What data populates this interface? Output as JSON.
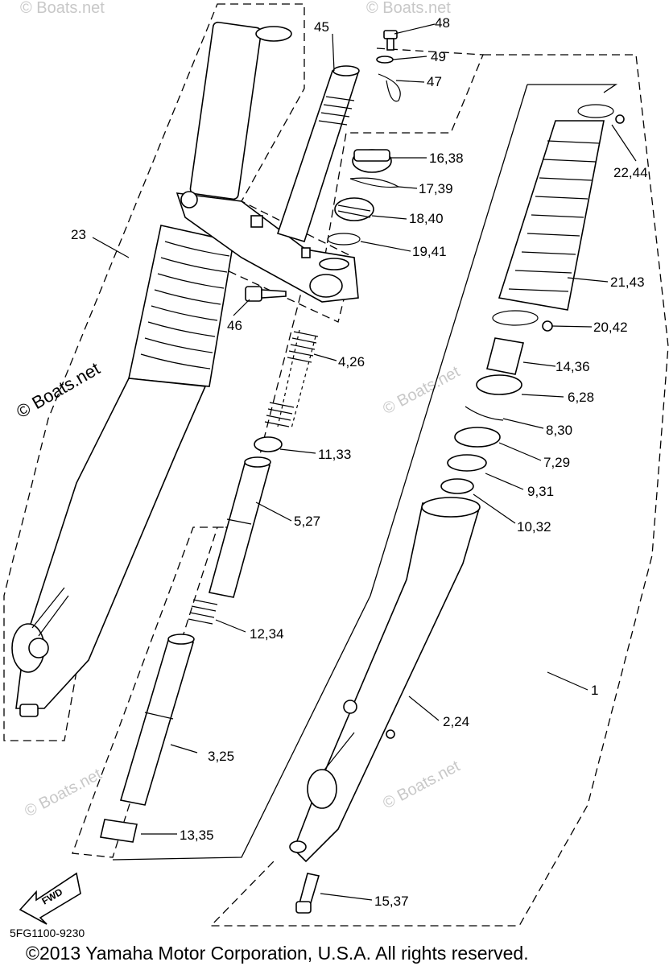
{
  "callouts": [
    {
      "id": "c48",
      "text": "48"
    },
    {
      "id": "c49",
      "text": "49"
    },
    {
      "id": "c47",
      "text": "47"
    },
    {
      "id": "c45",
      "text": "45"
    },
    {
      "id": "c16",
      "text": "16,38"
    },
    {
      "id": "c17",
      "text": "17,39"
    },
    {
      "id": "c18",
      "text": "18,40"
    },
    {
      "id": "c19",
      "text": "19,41"
    },
    {
      "id": "c22",
      "text": "22,44"
    },
    {
      "id": "c21",
      "text": "21,43"
    },
    {
      "id": "c20",
      "text": "20,42"
    },
    {
      "id": "c14",
      "text": "14,36"
    },
    {
      "id": "c6",
      "text": "6,28"
    },
    {
      "id": "c8",
      "text": "8,30"
    },
    {
      "id": "c7",
      "text": "7,29"
    },
    {
      "id": "c9",
      "text": "9,31"
    },
    {
      "id": "c10",
      "text": "10,32"
    },
    {
      "id": "c23",
      "text": "23"
    },
    {
      "id": "c46",
      "text": "46"
    },
    {
      "id": "c4",
      "text": "4,26"
    },
    {
      "id": "c11",
      "text": "11,33"
    },
    {
      "id": "c5",
      "text": "5,27"
    },
    {
      "id": "c12",
      "text": "12,34"
    },
    {
      "id": "c1",
      "text": "1"
    },
    {
      "id": "c2",
      "text": "2,24"
    },
    {
      "id": "c3",
      "text": "3,25"
    },
    {
      "id": "c13",
      "text": "13,35"
    },
    {
      "id": "c15",
      "text": "15,37"
    }
  ],
  "watermark": "© Boats.net",
  "watermark_faint": "© Boats.net",
  "fwd_label": "FWD",
  "diagram_code": "5FG1100-9230",
  "copyright": "©2013 Yamaha Motor Corporation, U.S.A. All rights reserved."
}
